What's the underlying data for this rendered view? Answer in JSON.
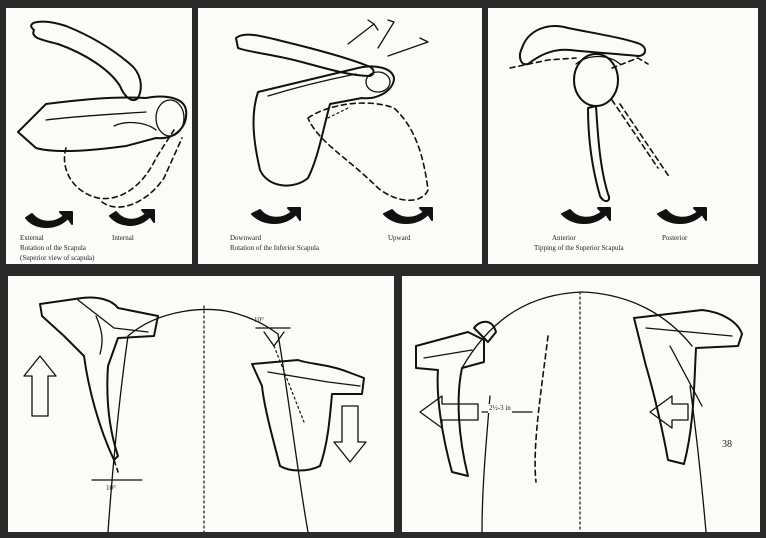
{
  "panels": {
    "p1": {
      "left_label": "External",
      "right_label": "Internal",
      "caption_line1": "Rotation of the Scapula",
      "caption_line2": "(Superior view of scapula)"
    },
    "p2": {
      "left_label": "Downward",
      "right_label": "Upward",
      "caption_line1": "Rotation of the Inferior Scapula"
    },
    "p3": {
      "left_label": "Anterior",
      "right_label": "Posterior",
      "caption_line1": "Tipping of the Superior Scapula"
    },
    "p4": {
      "angle_top": "10°",
      "angle_bottom": "10°"
    },
    "p5": {
      "distance_label": "2½-3 in",
      "page_number": "38"
    }
  },
  "colors": {
    "ink": "#111111",
    "paper": "#fbfbf7",
    "frame": "#2a2a2a"
  }
}
